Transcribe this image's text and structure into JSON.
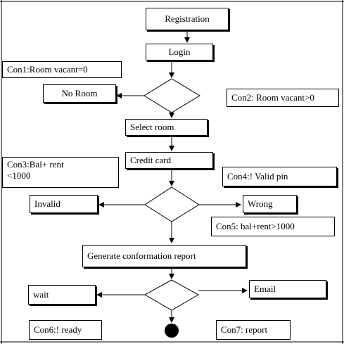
{
  "nodes": {
    "registration": "Registration",
    "login": "Login",
    "con1": "Con1:Room  vacant=0",
    "no_room": "No Room",
    "con2": "Con2: Room vacant>0",
    "select_room": "Select room",
    "con3_line1": "Con3:Bal+ rent",
    "con3_line2": "<1000",
    "credit_card": "Credit card",
    "con4": "Con4:! Valid pin",
    "invalid": "Invalid",
    "wrong": "Wrong",
    "con5": "Con5: bal+rent>1000",
    "generate_report": "Generate conformation report",
    "wait": "wait",
    "email": "Email",
    "con6": "Con6:! ready",
    "con7": "Con7: report"
  },
  "colors": {
    "line": "#000000",
    "background": "#ffffff"
  }
}
